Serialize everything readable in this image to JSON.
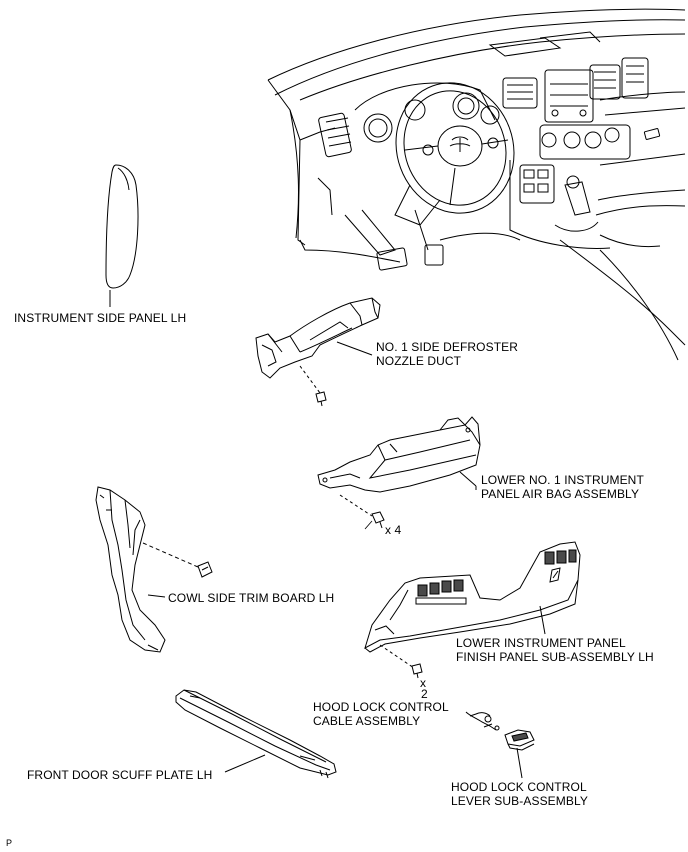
{
  "labels": {
    "instrument_side_panel": "INSTRUMENT SIDE PANEL LH",
    "defroster_line1": "NO. 1 SIDE DEFROSTER",
    "defroster_line2": "NOZZLE DUCT",
    "airbag_line1": "LOWER NO. 1 INSTRUMENT",
    "airbag_line2": "PANEL AIR BAG ASSEMBLY",
    "airbag_qty": "x 4",
    "cowl_side_trim": "COWL SIDE TRIM BOARD LH",
    "finish_panel_line1": "LOWER INSTRUMENT PANEL",
    "finish_panel_line2": "FINISH PANEL SUB-ASSEMBLY LH",
    "finish_panel_qty_x": "x",
    "finish_panel_qty_n": "2",
    "hood_cable_line1": "HOOD LOCK CONTROL",
    "hood_cable_line2": "CABLE ASSEMBLY",
    "hood_lever_line1": "HOOD LOCK CONTROL",
    "hood_lever_line2": "LEVER SUB-ASSEMBLY",
    "scuff_plate": "FRONT DOOR SCUFF PLATE LH",
    "corner_mark": "P"
  },
  "colors": {
    "line": "#000000",
    "fill": "#ffffff",
    "shade": "#d9d9d9",
    "dark": "#4a4a4a"
  }
}
